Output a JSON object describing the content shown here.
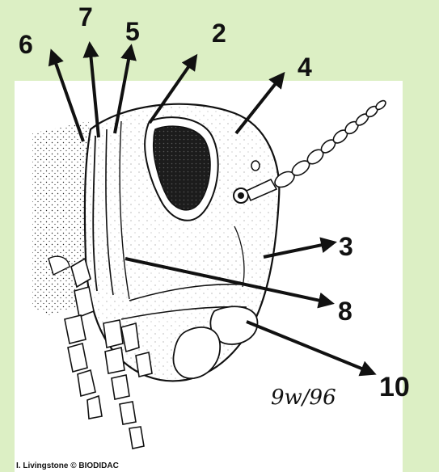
{
  "labels": {
    "l6": "6",
    "l7": "7",
    "l5": "5",
    "l2": "2",
    "l4": "4",
    "l3": "3",
    "l8": "8",
    "l10": "10"
  },
  "signature": "9w/96",
  "credit": "I. Livingstone © BIODIDAC",
  "colors": {
    "background": "#dcefc4",
    "panel": "#ffffff",
    "ink": "#111111"
  }
}
